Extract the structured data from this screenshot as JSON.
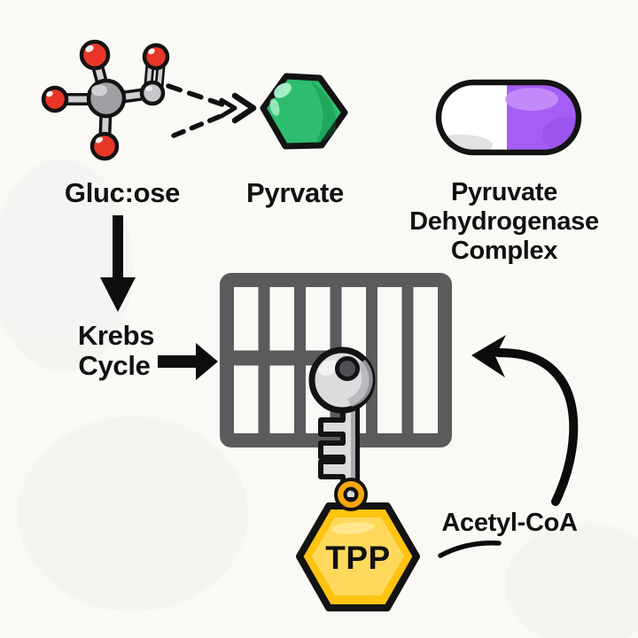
{
  "labels": {
    "glucose": "Gluc:ose",
    "pyruvate_hex": "Pyrvate",
    "pdc_line1": "Pyruvate",
    "pdc_line2": "Dehydrogenase",
    "pdc_line3": "Complex",
    "krebs_line1": "Krebs",
    "krebs_line2": "Cycle",
    "tpp": "TPP",
    "acetyl_coa": "Acetyl-CoA"
  },
  "colors": {
    "background": "#faf9f6",
    "outline": "#131313",
    "arrow_black": "#0e0e0e",
    "pyruvate_green": "#2ebd6e",
    "pdc_purple": "#a55ef5",
    "pill_white": "#ffffff",
    "cage_gray": "#5b5a5d",
    "key_gray": "#dcdcde",
    "key_hole_gray": "#4f4f54",
    "tpp_yellow": "#ffc312",
    "tpp_yellow_light": "#ffd95c",
    "ring_orange": "#f6a70c",
    "atom_red": "#e93528",
    "atom_gray": "#9fa0a4",
    "atom_gray_small": "#c6c7cb"
  }
}
